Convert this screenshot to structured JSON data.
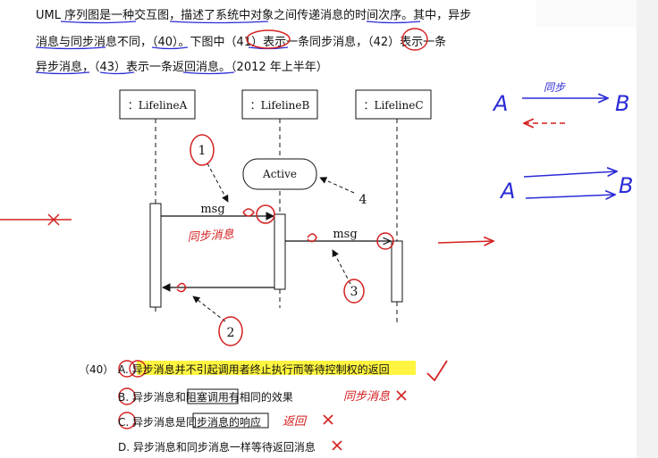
{
  "question": {
    "line1": "UML 序列图是一种交互图，描述了系统中对象之间传递消息的时间次序。其中，异步",
    "line2": "消息与同步消息不同，（40）。下图中（41）表示一条同步消息，（42）表示一条",
    "line3": "异步消息，（43）表示一条返回消息。（2012 年上半年）"
  },
  "diagram": {
    "lifelines": [
      "：LifelineA",
      "：LifelineB",
      "：LifelineC"
    ],
    "active_label": "Active",
    "msg_label_1": "msg",
    "msg_label_2": "msg",
    "callouts": [
      "1",
      "2",
      "3",
      "4"
    ]
  },
  "annotations": {
    "sync_note": "同步消息",
    "side_label_sync": "同步",
    "point_a": "A",
    "point_b": "B",
    "opt_b_note": "同步消息",
    "opt_c_note": "返回"
  },
  "answers": {
    "qnum": "（40）",
    "options": [
      {
        "letter": "A.",
        "text": "异步消息并不引起调用者终止执行而等待控制权的返回"
      },
      {
        "letter": "B.",
        "text": "异步消息和阻塞调用有相同的效果"
      },
      {
        "letter": "C.",
        "text": "异步消息是同步消息的响应"
      },
      {
        "letter": "D.",
        "text": "异步消息和同步消息一样等待返回消息"
      }
    ]
  },
  "colors": {
    "ink": "#111111",
    "pen_red": "#d42020",
    "pen_blue": "#2b2bd6",
    "highlight": "#fff200"
  }
}
